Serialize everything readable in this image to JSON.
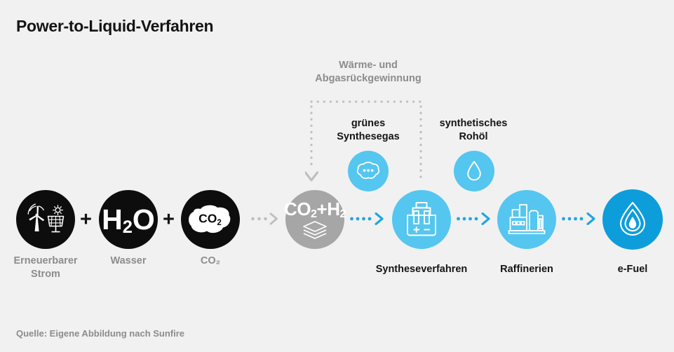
{
  "title": "Power-to-Liquid-Verfahren",
  "source": "Quelle: Eigene Abbildung nach Sunfire",
  "colors": {
    "background": "#f1f1f1",
    "black": "#0d0d0d",
    "grey": "#a6a6a6",
    "light_blue": "#55c6ef",
    "dark_blue": "#0d9ddb",
    "muted_text": "#8c8c8c",
    "dark_text": "#141414"
  },
  "inputs": [
    {
      "icon": "wind-turbine-solar-panel-icon",
      "label": "Erneuerbarer\nStrom"
    },
    {
      "icon": "h2o-formula",
      "formula_main": "H",
      "formula_sub": "2",
      "formula_tail": "O",
      "label": "Wasser"
    },
    {
      "icon": "co2-cloud-icon",
      "formula_main": "CO",
      "formula_sub": "2",
      "label": "CO₂"
    }
  ],
  "operators": {
    "plus": "+"
  },
  "process": {
    "mix": {
      "formula_a": "CO",
      "formula_a_sub": "2",
      "formula_join": "+",
      "formula_b": "H",
      "formula_b_sub": "2",
      "icon": "stacked-layers-icon"
    },
    "synthesis": {
      "icon": "electrolysis-cell-icon",
      "label": "Syntheseverfahren"
    },
    "refinery": {
      "icon": "refinery-plant-icon",
      "label": "Raffinerien"
    },
    "efuel": {
      "icon": "fuel-droplet-icon",
      "label": "e-Fuel"
    }
  },
  "intermediates": [
    {
      "icon": "syngas-cloud-icon",
      "label": "grünes\nSynthesegas"
    },
    {
      "icon": "crude-oil-droplet-icon",
      "label": "synthetisches\nRohöl"
    }
  ],
  "recovery": {
    "label": "Wärme- und\nAbgasrückgewinnung",
    "icon": "dotted-recirculation-bracket"
  }
}
